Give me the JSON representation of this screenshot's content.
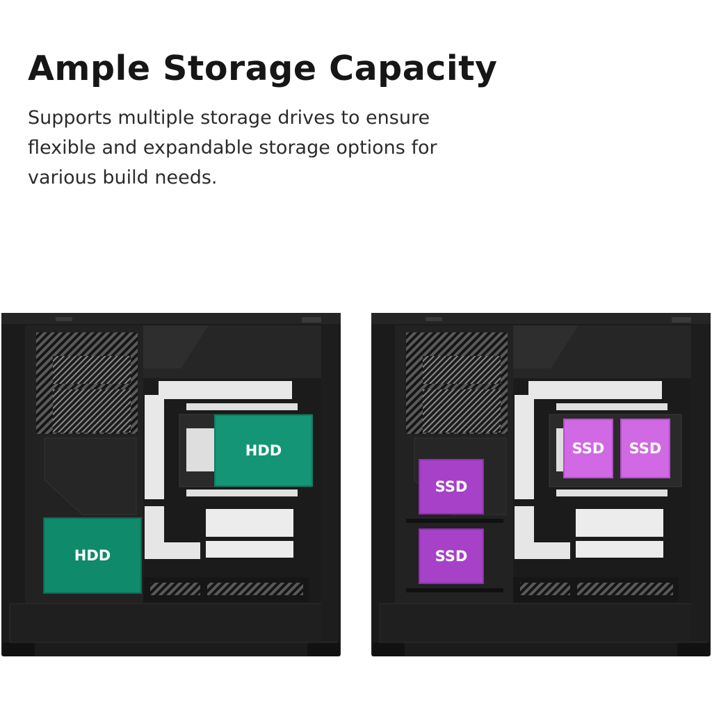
{
  "header": {
    "title": "Ample Storage Capacity",
    "description": "Supports multiple storage drives to ensure flexible and expandable storage options for various build needs."
  },
  "left_case": {
    "drives": [
      {
        "label": "HDD"
      },
      {
        "label": "HDD"
      }
    ]
  },
  "right_case": {
    "drives": [
      {
        "label": "SSD"
      },
      {
        "label": "SSD"
      },
      {
        "label": "SSD"
      },
      {
        "label": "SSD"
      }
    ]
  },
  "colors": {
    "hdd": "#0f8a6b",
    "ssd": "#a641c8",
    "ssd_tray": "#d168e4",
    "case": "#1a1a1a"
  }
}
